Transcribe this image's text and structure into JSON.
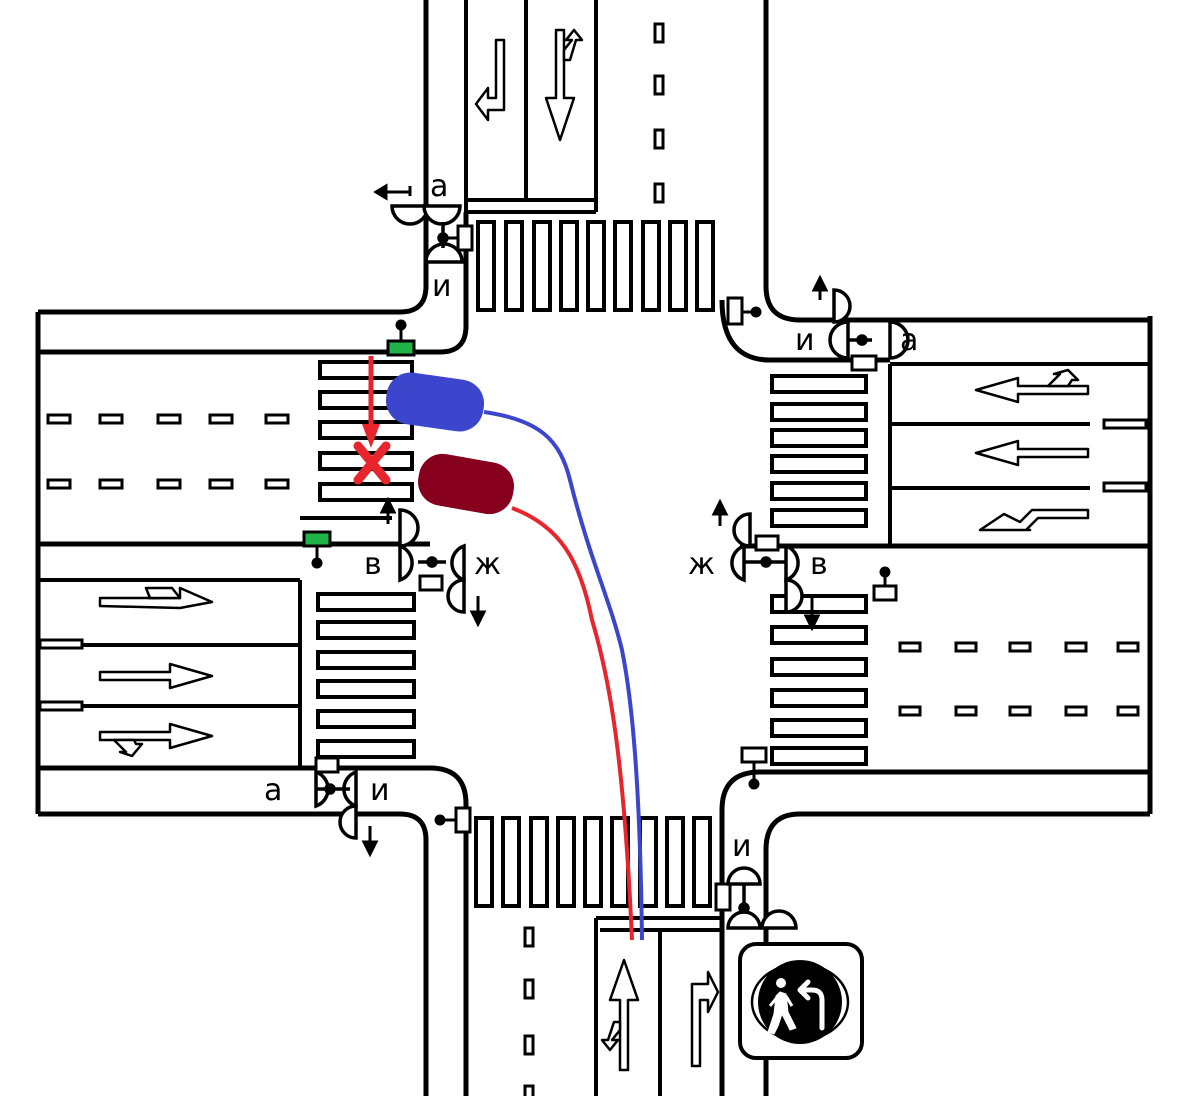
{
  "signal_labels": {
    "nw_top": "а",
    "nw_bottom": "и",
    "ne_left": "и",
    "ne_right": "а",
    "w_left": "в",
    "w_right": "ж",
    "e_left": "ж",
    "e_right": "в",
    "sw_left": "а",
    "sw_right": "и",
    "se_top": "и"
  },
  "vehicles": [
    {
      "id": "blue-car",
      "color": "#3c46cc"
    },
    {
      "id": "red-car",
      "color": "#86001e"
    }
  ],
  "colors": {
    "blue_path": "#3c46cc",
    "red_path": "#e8252c",
    "pedestrian_arrow": "#e8252c",
    "conflict_mark": "#e8252c",
    "signal_box_green": "#1fb34a"
  },
  "icons": [
    "pedestrian-icon",
    "left-turn-arrow-icon"
  ]
}
